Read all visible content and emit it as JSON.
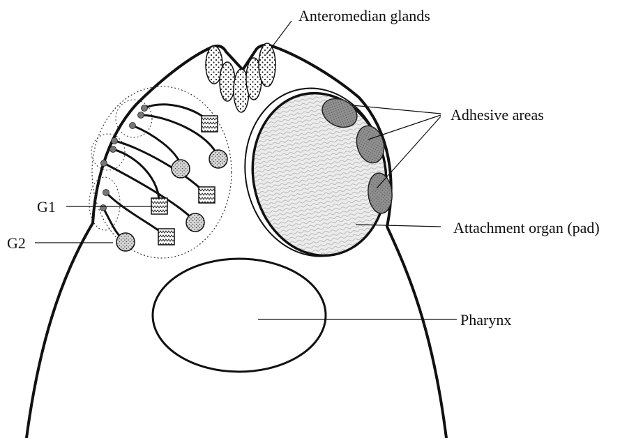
{
  "labels": {
    "anteromedian_glands": "Anteromedian glands",
    "adhesive_areas": "Adhesive areas",
    "attachment_organ": "Attachment organ (pad)",
    "pharynx": "Pharynx",
    "g1": "G1",
    "g2": "G2"
  },
  "colors": {
    "outline": "#111111",
    "adhesive_fill": "#8a8a8a",
    "pad_fill": "#e6e6e6",
    "gland_dot": "#555555"
  }
}
